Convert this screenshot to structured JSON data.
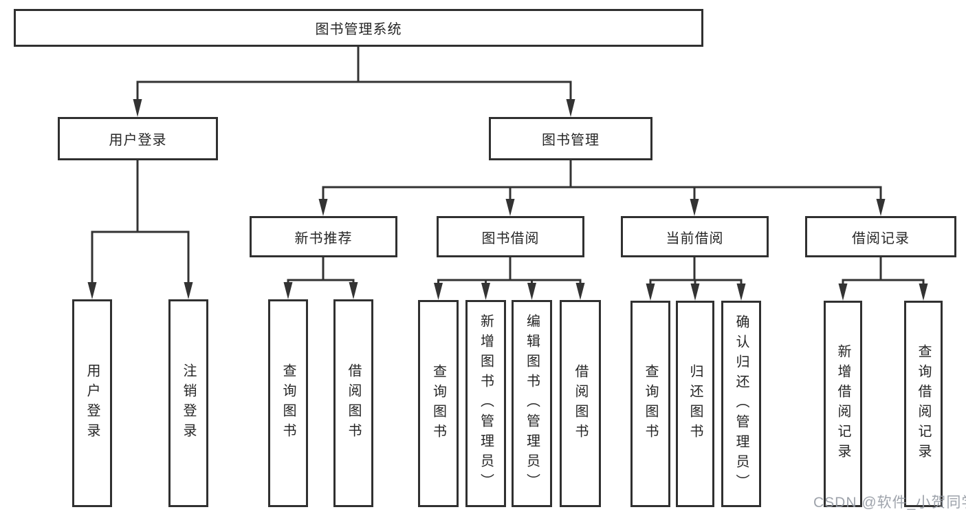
{
  "diagram_title": "图书管理系统",
  "tree": {
    "label": "图书管理系统",
    "children": [
      {
        "label": "用户登录",
        "children": [
          {
            "label": "用户登录"
          },
          {
            "label": "注销登录"
          }
        ]
      },
      {
        "label": "图书管理",
        "children": [
          {
            "label": "新书推荐",
            "children": [
              {
                "label": "查询图书"
              },
              {
                "label": "借阅图书"
              }
            ]
          },
          {
            "label": "图书借阅",
            "children": [
              {
                "label": "查询图书"
              },
              {
                "label": "新增图书（管理员）"
              },
              {
                "label": "编辑图书（管理员）"
              },
              {
                "label": "借阅图书"
              }
            ]
          },
          {
            "label": "当前借阅",
            "children": [
              {
                "label": "查询图书"
              },
              {
                "label": "归还图书"
              },
              {
                "label": "确认归还（管理员）"
              }
            ]
          },
          {
            "label": "借阅记录",
            "children": [
              {
                "label": "新增借阅记录"
              },
              {
                "label": "查询借阅记录"
              }
            ]
          }
        ]
      }
    ]
  },
  "watermark": {
    "text": "CSDN @软件_小贺同学"
  },
  "colors": {
    "line": "#333333",
    "box_border": "#303030",
    "text": "#262626",
    "watermark": "#949aa3",
    "background": "#ffffff"
  }
}
